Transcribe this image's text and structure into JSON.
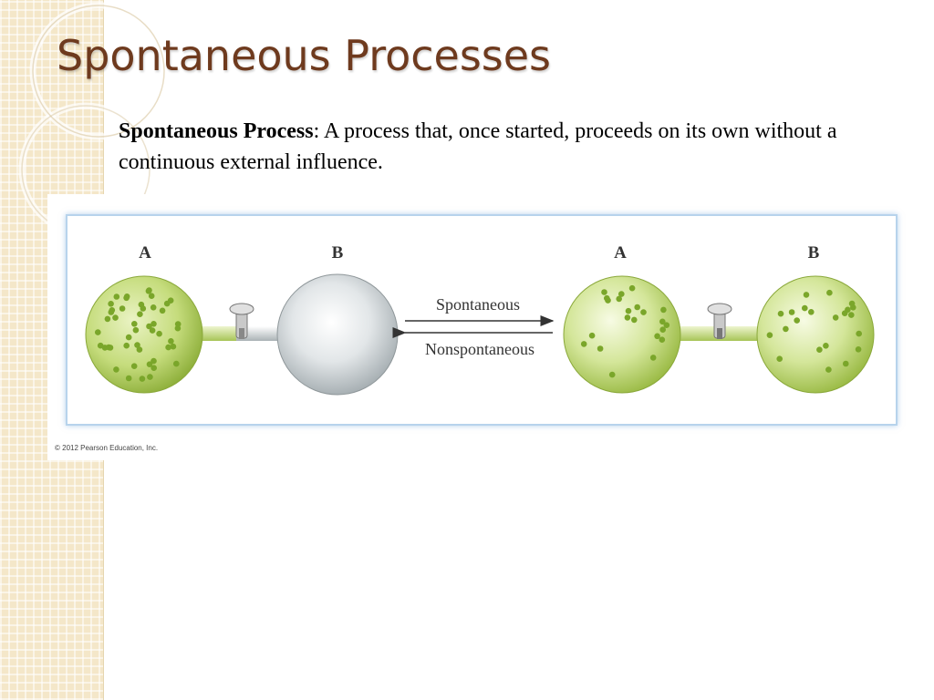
{
  "slide": {
    "title": "Spontaneous Processes",
    "definition_term": "Spontaneous Process",
    "definition_text": ": A process that, once started, proceeds on its own without a continuous external influence."
  },
  "figure": {
    "left_label_a": "A",
    "left_label_b": "B",
    "right_label_a": "A",
    "right_label_b": "B",
    "forward_label": "Spontaneous",
    "reverse_label": "Nonspontaneous",
    "icons": [
      "stopcock-valve-icon",
      "double-arrow-icon"
    ],
    "colors": {
      "gas_green": "#b9d46a",
      "empty_bulb": "#c9d0d2",
      "particle": "#7aa62a",
      "panel_border": "#b7d3ec"
    }
  },
  "copyright": "© 2012 Pearson Education, Inc."
}
